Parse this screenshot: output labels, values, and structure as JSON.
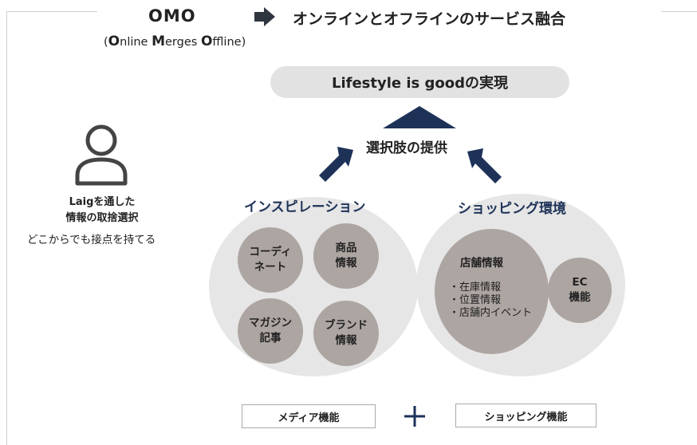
{
  "header": {
    "title": "OMO",
    "description": "オンラインとオフラインのサービス融合",
    "sub_open": "(",
    "sub_o1": "O",
    "sub_nline": "nline ",
    "sub_m": "M",
    "sub_erges": "erges ",
    "sub_o2": "O",
    "sub_ffline": "ffline",
    "sub_close": ")"
  },
  "goal": "Lifestyle is goodの実現",
  "choice": "選択肢の提供",
  "person": {
    "label_line1": "Laigを通した",
    "label_line2": "情報の取捨選択",
    "note": "どこからでも接点を持てる"
  },
  "inspiration": {
    "title": "インスピレーション",
    "items": [
      "コーディ\nネート",
      "商品\n情報",
      "マガジン\n記事",
      "ブランド\n情報"
    ]
  },
  "shopping": {
    "title": "ショッピング環境",
    "store_title": "店舗情報",
    "store_items": [
      "・在庫情報",
      "・位置情報",
      "・店舗内イベント"
    ],
    "ec": "EC\n機能"
  },
  "bottom": {
    "media": "メディア機能",
    "shopping": "ショッピング機能"
  },
  "colors": {
    "navy": "#1e3258",
    "circle_light": "#e6e6e6",
    "circle_dark": "#ada5a2",
    "pill": "#e2e2e2"
  }
}
